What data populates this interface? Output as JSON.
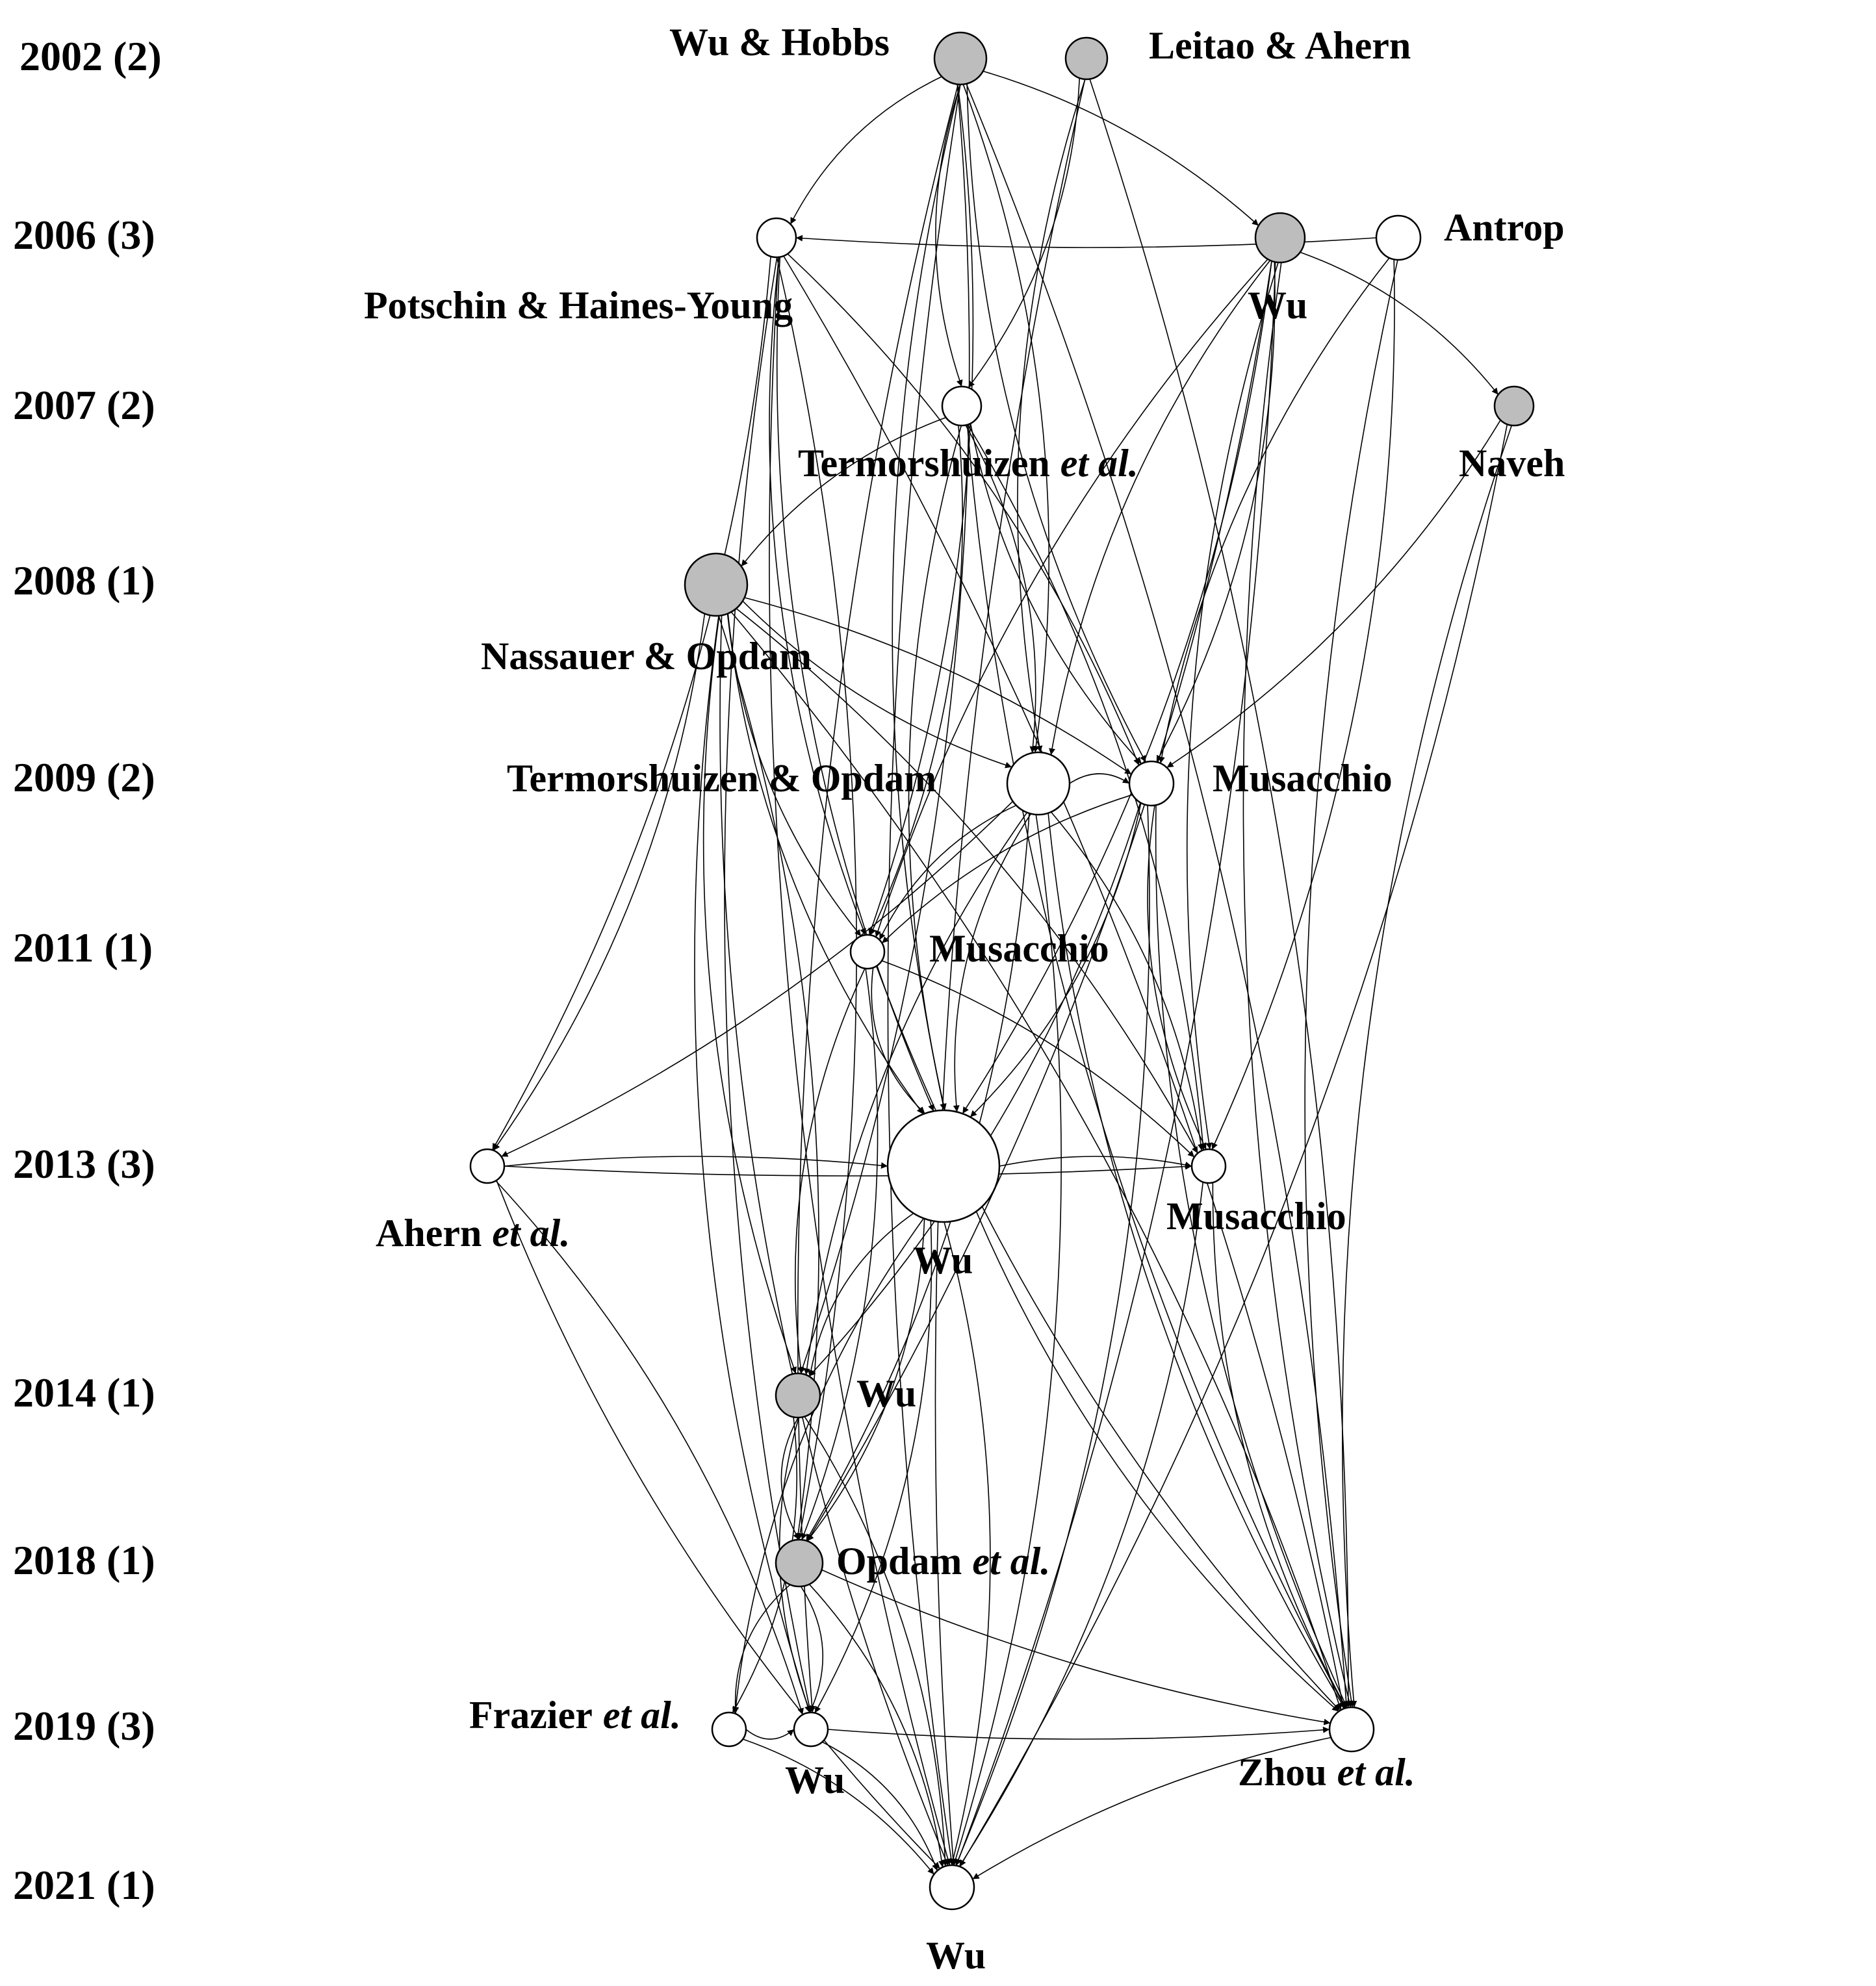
{
  "years": [
    {
      "id": "y2002",
      "label": "2002 (2)"
    },
    {
      "id": "y2006",
      "label": "2006 (3)"
    },
    {
      "id": "y2007",
      "label": "2007 (2)"
    },
    {
      "id": "y2008",
      "label": "2008 (1)"
    },
    {
      "id": "y2009",
      "label": "2009 (2)"
    },
    {
      "id": "y2011",
      "label": "2011 (1)"
    },
    {
      "id": "y2013",
      "label": "2013 (3)"
    },
    {
      "id": "y2014",
      "label": "2014 (1)"
    },
    {
      "id": "y2018",
      "label": "2018 (1)"
    },
    {
      "id": "y2019",
      "label": "2019 (3)"
    },
    {
      "id": "y2021",
      "label": "2021 (1)"
    }
  ],
  "nodes": [
    {
      "id": "wuhobbs2002",
      "year": "2002",
      "label": "Wu & Hobbs",
      "filled": true
    },
    {
      "id": "leitao2002",
      "year": "2002",
      "label": "Leitao & Ahern",
      "filled": true
    },
    {
      "id": "potschin2006",
      "year": "2006",
      "label": "Potschin & Haines-Young",
      "filled": false
    },
    {
      "id": "wu2006",
      "year": "2006",
      "label": "Wu",
      "filled": true
    },
    {
      "id": "antrop2006",
      "year": "2006",
      "label": "Antrop",
      "filled": false
    },
    {
      "id": "termor2007",
      "year": "2007",
      "label": "Termorshuizen",
      "label_italic": "et al.",
      "filled": false
    },
    {
      "id": "naveh2007",
      "year": "2007",
      "label": "Naveh",
      "filled": true
    },
    {
      "id": "nassauer2008",
      "year": "2008",
      "label": "Nassauer & Opdam",
      "filled": true
    },
    {
      "id": "termop2009",
      "year": "2009",
      "label": "Termorshuizen & Opdam",
      "filled": false
    },
    {
      "id": "musa2009",
      "year": "2009",
      "label": "Musacchio",
      "filled": false
    },
    {
      "id": "musa2011",
      "year": "2011",
      "label": "Musacchio",
      "filled": false
    },
    {
      "id": "ahern2013",
      "year": "2013",
      "label": "Ahern",
      "label_italic": "et al.",
      "filled": false
    },
    {
      "id": "wu2013",
      "year": "2013",
      "label": "Wu",
      "filled": false
    },
    {
      "id": "musa2013",
      "year": "2013",
      "label": "Musacchio",
      "filled": false
    },
    {
      "id": "wu2014",
      "year": "2014",
      "label": "Wu",
      "filled": true
    },
    {
      "id": "opdam2018",
      "year": "2018",
      "label": "Opdam",
      "label_italic": "et al.",
      "filled": true
    },
    {
      "id": "frazier2019",
      "year": "2019",
      "label": "Frazier",
      "label_italic": "et al.",
      "filled": false
    },
    {
      "id": "wu2019",
      "year": "2019",
      "label": "Wu",
      "filled": false
    },
    {
      "id": "zhou2019",
      "year": "2019",
      "label": "Zhou",
      "label_italic": "et al.",
      "filled": false
    },
    {
      "id": "wu2021",
      "year": "2021",
      "label": "Wu",
      "filled": false
    }
  ],
  "edges": [
    [
      "wuhobbs2002",
      "potschin2006"
    ],
    [
      "wuhobbs2002",
      "wu2006"
    ],
    [
      "wuhobbs2002",
      "termor2007"
    ],
    [
      "wuhobbs2002",
      "termop2009"
    ],
    [
      "wuhobbs2002",
      "musa2009"
    ],
    [
      "wuhobbs2002",
      "musa2011"
    ],
    [
      "wuhobbs2002",
      "wu2013"
    ],
    [
      "wuhobbs2002",
      "wu2014"
    ],
    [
      "wuhobbs2002",
      "wu2019"
    ],
    [
      "wuhobbs2002",
      "zhou2019"
    ],
    [
      "wuhobbs2002",
      "wu2021"
    ],
    [
      "leitao2002",
      "termor2007"
    ],
    [
      "leitao2002",
      "termop2009"
    ],
    [
      "leitao2002",
      "zhou2019"
    ],
    [
      "leitao2002",
      "wu2021"
    ],
    [
      "antrop2006",
      "potschin2006"
    ],
    [
      "antrop2006",
      "musa2009"
    ],
    [
      "antrop2006",
      "musa2013"
    ],
    [
      "antrop2006",
      "zhou2019"
    ],
    [
      "potschin2006",
      "musa2009"
    ],
    [
      "potschin2006",
      "musa2011"
    ],
    [
      "potschin2006",
      "ahern2013"
    ],
    [
      "potschin2006",
      "wu2013"
    ],
    [
      "potschin2006",
      "opdam2018"
    ],
    [
      "potschin2006",
      "wu2019"
    ],
    [
      "potschin2006",
      "zhou2019"
    ],
    [
      "potschin2006",
      "wu2021"
    ],
    [
      "wu2006",
      "naveh2007"
    ],
    [
      "wu2006",
      "termop2009"
    ],
    [
      "wu2006",
      "musa2009"
    ],
    [
      "wu2006",
      "musa2011"
    ],
    [
      "wu2006",
      "wu2013"
    ],
    [
      "wu2006",
      "musa2013"
    ],
    [
      "wu2006",
      "opdam2018"
    ],
    [
      "wu2006",
      "zhou2019"
    ],
    [
      "wu2006",
      "wu2021"
    ],
    [
      "termor2007",
      "nassauer2008"
    ],
    [
      "termor2007",
      "termop2009"
    ],
    [
      "termor2007",
      "musa2009"
    ],
    [
      "termor2007",
      "musa2011"
    ],
    [
      "termor2007",
      "wu2013"
    ],
    [
      "termor2007",
      "musa2013"
    ],
    [
      "termor2007",
      "zhou2019"
    ],
    [
      "naveh2007",
      "musa2009"
    ],
    [
      "naveh2007",
      "zhou2019"
    ],
    [
      "naveh2007",
      "wu2021"
    ],
    [
      "nassauer2008",
      "termop2009"
    ],
    [
      "nassauer2008",
      "musa2009"
    ],
    [
      "nassauer2008",
      "musa2011"
    ],
    [
      "nassauer2008",
      "ahern2013"
    ],
    [
      "nassauer2008",
      "wu2013"
    ],
    [
      "nassauer2008",
      "musa2013"
    ],
    [
      "nassauer2008",
      "wu2014"
    ],
    [
      "nassauer2008",
      "opdam2018"
    ],
    [
      "nassauer2008",
      "wu2019"
    ],
    [
      "nassauer2008",
      "zhou2019"
    ],
    [
      "nassauer2008",
      "wu2021"
    ],
    [
      "termop2009",
      "musa2009"
    ],
    [
      "termop2009",
      "musa2011"
    ],
    [
      "termop2009",
      "ahern2013"
    ],
    [
      "termop2009",
      "wu2013"
    ],
    [
      "termop2009",
      "musa2013"
    ],
    [
      "termop2009",
      "wu2014"
    ],
    [
      "termop2009",
      "opdam2018"
    ],
    [
      "termop2009",
      "zhou2019"
    ],
    [
      "termop2009",
      "wu2021"
    ],
    [
      "musa2009",
      "musa2011"
    ],
    [
      "musa2009",
      "wu2013"
    ],
    [
      "musa2009",
      "musa2013"
    ],
    [
      "musa2009",
      "wu2014"
    ],
    [
      "musa2009",
      "zhou2019"
    ],
    [
      "musa2009",
      "wu2021"
    ],
    [
      "musa2011",
      "wu2013"
    ],
    [
      "musa2011",
      "musa2013"
    ],
    [
      "musa2011",
      "wu2014"
    ],
    [
      "musa2011",
      "opdam2018"
    ],
    [
      "musa2011",
      "zhou2019"
    ],
    [
      "ahern2013",
      "wu2013"
    ],
    [
      "ahern2013",
      "musa2013"
    ],
    [
      "ahern2013",
      "wu2019"
    ],
    [
      "ahern2013",
      "wu2021"
    ],
    [
      "wu2013",
      "musa2013"
    ],
    [
      "wu2013",
      "wu2014"
    ],
    [
      "wu2013",
      "opdam2018"
    ],
    [
      "wu2013",
      "frazier2019"
    ],
    [
      "wu2013",
      "wu2019"
    ],
    [
      "wu2013",
      "zhou2019"
    ],
    [
      "wu2013",
      "wu2021"
    ],
    [
      "musa2013",
      "zhou2019"
    ],
    [
      "musa2013",
      "wu2021"
    ],
    [
      "wu2014",
      "opdam2018"
    ],
    [
      "wu2014",
      "frazier2019"
    ],
    [
      "wu2014",
      "wu2019"
    ],
    [
      "wu2014",
      "wu2021"
    ],
    [
      "opdam2018",
      "frazier2019"
    ],
    [
      "opdam2018",
      "wu2019"
    ],
    [
      "opdam2018",
      "zhou2019"
    ],
    [
      "opdam2018",
      "wu2021"
    ],
    [
      "frazier2019",
      "wu2019"
    ],
    [
      "frazier2019",
      "wu2021"
    ],
    [
      "wu2019",
      "zhou2019"
    ],
    [
      "wu2019",
      "wu2021"
    ],
    [
      "zhou2019",
      "wu2021"
    ]
  ]
}
